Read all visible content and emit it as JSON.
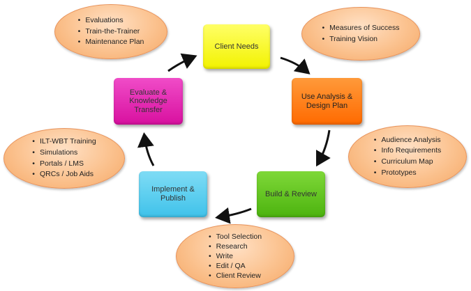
{
  "boxes": {
    "client_needs": {
      "label": "Client Needs",
      "color": "#ffff33"
    },
    "use_analysis": {
      "line1": "Use Analysis &",
      "line2": "Design Plan",
      "color": "#ff7a0a"
    },
    "build_review": {
      "label": "Build & Review",
      "color": "#66cc22"
    },
    "implement": {
      "line1": "Implement &",
      "line2": "Publish",
      "color": "#55ccee"
    },
    "evaluate": {
      "line1": "Evaluate &",
      "line2": "Knowledge",
      "line3": "Transfer",
      "color": "#e620b4"
    }
  },
  "notes": {
    "evaluate": [
      "Evaluations",
      "Train-the-Trainer",
      "Maintenance Plan"
    ],
    "client_needs": [
      "Measures of Success",
      "Training Vision"
    ],
    "use_analysis": [
      "Audience Analysis",
      "Info Requirements",
      "Curriculum Map",
      "Prototypes"
    ],
    "build_review": [
      "Tool Selection",
      "Research",
      "Write",
      "Edit / QA",
      "Client Review"
    ],
    "implement": [
      "ILT-WBT Training",
      "Simulations",
      "Portals / LMS",
      "QRCs / Job Aids"
    ]
  }
}
